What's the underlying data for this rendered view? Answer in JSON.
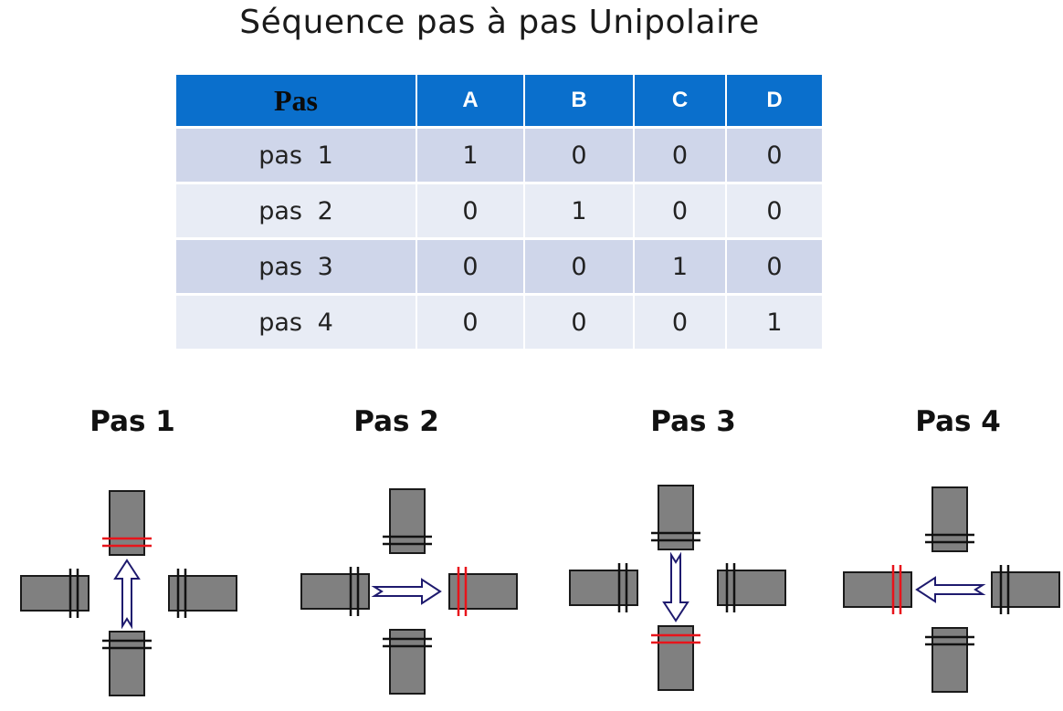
{
  "title": "Séquence pas à pas Unipolaire",
  "table": {
    "headers": [
      "Pas",
      "A",
      "B",
      "C",
      "D"
    ],
    "rows": [
      {
        "label": "pas  1",
        "values": [
          "1",
          "0",
          "0",
          "0"
        ]
      },
      {
        "label": "pas  2",
        "values": [
          "0",
          "1",
          "0",
          "0"
        ]
      },
      {
        "label": "pas  3",
        "values": [
          "0",
          "0",
          "1",
          "0"
        ]
      },
      {
        "label": "pas  4",
        "values": [
          "0",
          "0",
          "0",
          "1"
        ]
      }
    ]
  },
  "steps": [
    {
      "title": "Pas 1",
      "active_pole": "top",
      "arrow": "up"
    },
    {
      "title": "Pas 2",
      "active_pole": "right",
      "arrow": "right"
    },
    {
      "title": "Pas 3",
      "active_pole": "bottom",
      "arrow": "down"
    },
    {
      "title": "Pas 4",
      "active_pole": "left",
      "arrow": "left"
    }
  ],
  "colors": {
    "header_bg": "#0A6FCC",
    "row_dark": "#CFD6EA",
    "row_light": "#E8ECF5",
    "pole_fill": "#808080",
    "coil_active": "#E8141B",
    "coil_idle": "#111111",
    "arrow_stroke": "#1E1A6E"
  }
}
